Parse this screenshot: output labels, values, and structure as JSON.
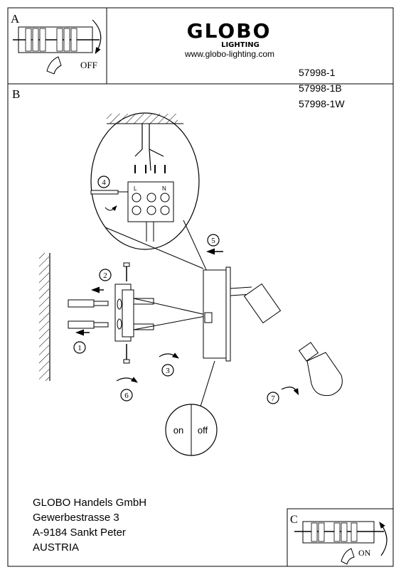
{
  "panels": {
    "a_label": "A",
    "b_label": "B",
    "c_label": "C",
    "a_off": "OFF",
    "c_on": "ON"
  },
  "brand": {
    "logo": "GLOBO",
    "sublogo": "LIGHTING",
    "website": "www.globo-lighting.com"
  },
  "models": [
    "57998-1",
    "57998-1B",
    "57998-1W"
  ],
  "terminal": {
    "left": "L",
    "right": "N"
  },
  "switch": {
    "on": "on",
    "off": "off"
  },
  "steps": [
    "1",
    "2",
    "3",
    "4",
    "5",
    "6",
    "7"
  ],
  "address": [
    "GLOBO Handels GmbH",
    "Gewerbestrasse 3",
    "A-9184 Sankt Peter",
    "AUSTRIA"
  ]
}
